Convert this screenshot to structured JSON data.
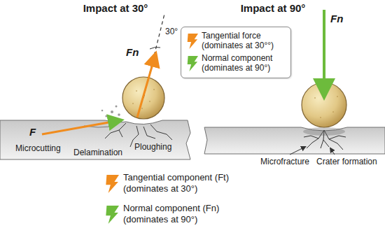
{
  "diagram": {
    "labels": [
      "Impact at 30°",
      "Impact at 90°",
      "Fn",
      "30°",
      "F",
      "Microcutting",
      "Delamination",
      "Ploughing",
      "Fn",
      "Microfracture",
      "Crater formation"
    ],
    "legend": [
      {
        "text": "Tangential force (dominates at 30°°)",
        "color": "#f08c1e"
      },
      {
        "text": "Normal component (dominates at 90°)",
        "color": "#6dbb3c"
      },
      {
        "text": "Tangential component (Ft) (dominates at 30°)",
        "color": "#f08c1e"
      },
      {
        "text": "Normal component (Fn) (dominates at 90°)",
        "color": "#6dbb3c"
      }
    ]
  }
}
